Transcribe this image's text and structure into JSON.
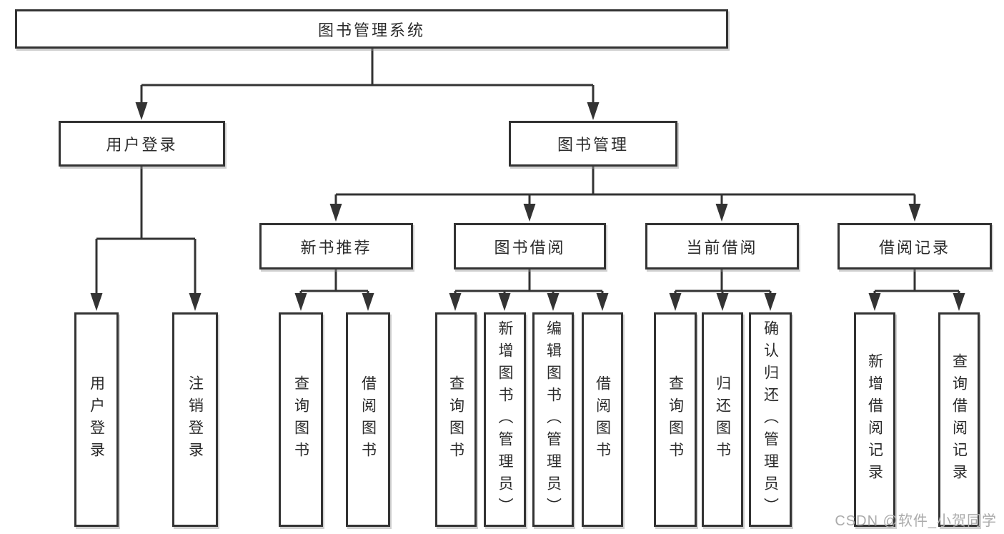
{
  "diagram": {
    "root": {
      "label": "图书管理系统"
    },
    "branches": [
      {
        "label": "用户登录",
        "children": [
          {
            "label": "用户登录"
          },
          {
            "label": "注销登录"
          }
        ]
      },
      {
        "label": "图书管理",
        "groups": [
          {
            "label": "新书推荐",
            "children": [
              {
                "label": "查询图书"
              },
              {
                "label": "借阅图书"
              }
            ]
          },
          {
            "label": "图书借阅",
            "children": [
              {
                "label": "查询图书"
              },
              {
                "label": "新增图书（管理员）"
              },
              {
                "label": "编辑图书（管理员）"
              },
              {
                "label": "借阅图书"
              }
            ]
          },
          {
            "label": "当前借阅",
            "children": [
              {
                "label": "查询图书"
              },
              {
                "label": "归还图书"
              },
              {
                "label": "确认归还（管理员）"
              }
            ]
          },
          {
            "label": "借阅记录",
            "children": [
              {
                "label": "新增借阅记录"
              },
              {
                "label": "查询借阅记录"
              }
            ]
          }
        ]
      }
    ],
    "colors": {
      "line": "#333333",
      "box_border": "#333333",
      "text": "#2b2b2b",
      "watermark": "#ababab",
      "background": "#ffffff"
    },
    "watermark": "CSDN @软件_小贺同学"
  }
}
